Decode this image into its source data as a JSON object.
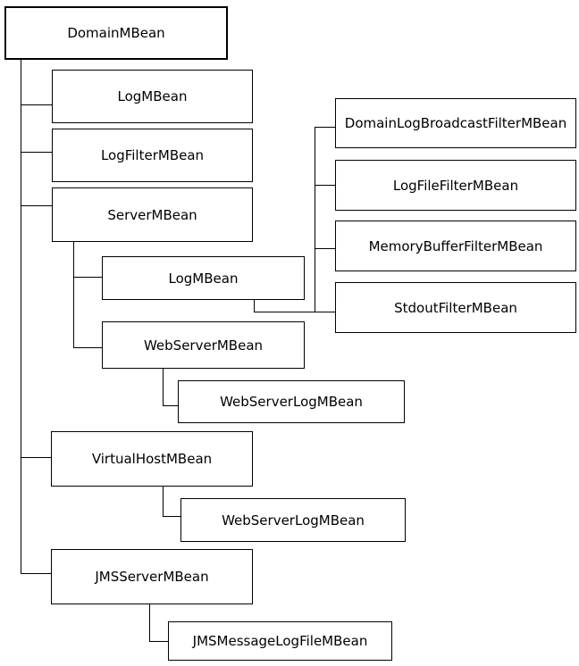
{
  "diagram": {
    "type": "tree",
    "background_color": "#ffffff",
    "box_fill_color": "#ffffff",
    "box_border_color": "#000000",
    "text_color": "#000000",
    "connector_color": "#000000",
    "nodes": [
      {
        "id": "domain-mbean",
        "label": "DomainMBean"
      },
      {
        "id": "log-mbean",
        "label": "LogMBean"
      },
      {
        "id": "log-filter-mbean",
        "label": "LogFilterMBean"
      },
      {
        "id": "server-mbean",
        "label": "ServerMBean"
      },
      {
        "id": "server-log-mbean",
        "label": "LogMBean"
      },
      {
        "id": "web-server-mbean",
        "label": "WebServerMBean"
      },
      {
        "id": "web-server-log-mbean-1",
        "label": "WebServerLogMBean"
      },
      {
        "id": "virtual-host-mbean",
        "label": "VirtualHostMBean"
      },
      {
        "id": "web-server-log-mbean-2",
        "label": "WebServerLogMBean"
      },
      {
        "id": "jms-server-mbean",
        "label": "JMSServerMBean"
      },
      {
        "id": "jms-message-log-file-mbean",
        "label": "JMSMessageLogFileMBean"
      },
      {
        "id": "domain-log-broadcast-filter-mbean",
        "label": "DomainLogBroadcastFilterMBean"
      },
      {
        "id": "log-file-filter-mbean",
        "label": "LogFileFilterMBean"
      },
      {
        "id": "memory-buffer-filter-mbean",
        "label": "MemoryBufferFilterMBean"
      },
      {
        "id": "stdout-filter-mbean",
        "label": "StdoutFilterMBean"
      }
    ],
    "edges": [
      [
        "domain-mbean",
        "log-mbean"
      ],
      [
        "domain-mbean",
        "log-filter-mbean"
      ],
      [
        "domain-mbean",
        "server-mbean"
      ],
      [
        "domain-mbean",
        "virtual-host-mbean"
      ],
      [
        "domain-mbean",
        "jms-server-mbean"
      ],
      [
        "server-mbean",
        "server-log-mbean"
      ],
      [
        "server-mbean",
        "web-server-mbean"
      ],
      [
        "server-log-mbean",
        "domain-log-broadcast-filter-mbean"
      ],
      [
        "server-log-mbean",
        "log-file-filter-mbean"
      ],
      [
        "server-log-mbean",
        "memory-buffer-filter-mbean"
      ],
      [
        "server-log-mbean",
        "stdout-filter-mbean"
      ],
      [
        "web-server-mbean",
        "web-server-log-mbean-1"
      ],
      [
        "virtual-host-mbean",
        "web-server-log-mbean-2"
      ],
      [
        "jms-server-mbean",
        "jms-message-log-file-mbean"
      ]
    ]
  }
}
